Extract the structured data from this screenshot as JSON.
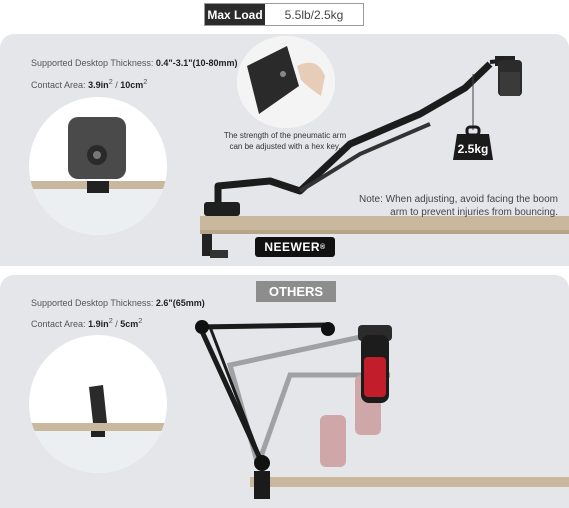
{
  "max_load": {
    "label": "Max Load",
    "value": "5.5lb/2.5kg"
  },
  "top_section": {
    "thickness_label": "Supported Desktop Thickness:",
    "thickness_value": "0.4\"-3.1\"(10-80mm)",
    "contact_label": "Contact Area:",
    "contact_value_a": "3.9in",
    "contact_sup_a": "2",
    "contact_sep": " / ",
    "contact_value_b": "10cm",
    "contact_sup_b": "2",
    "pneumatic_caption_line1": "The strength of the pneumatic arm",
    "pneumatic_caption_line2": "can be adjusted with a hex key.",
    "weight_label": "2.5kg",
    "note_line1": "Note: When adjusting, avoid facing the boom",
    "note_line2": "arm to prevent injuries from bouncing.",
    "brand": "NEEWER",
    "brand_mark": "®"
  },
  "bottom_section": {
    "badge": "OTHERS",
    "thickness_label": "Supported Desktop Thickness:",
    "thickness_value": "2.6\"(65mm)",
    "contact_label": "Contact Area:",
    "contact_value_a": "1.9in",
    "contact_sup_a": "2",
    "contact_sep": " / ",
    "contact_value_b": "5cm",
    "contact_sup_b": "2"
  },
  "colors": {
    "panel_bg": "#e4e6ea",
    "dark": "#2b2b2b",
    "badge_gray": "#8d8d8d",
    "desk_wood": "#c9b79e",
    "mic_red": "#c21d2a"
  }
}
